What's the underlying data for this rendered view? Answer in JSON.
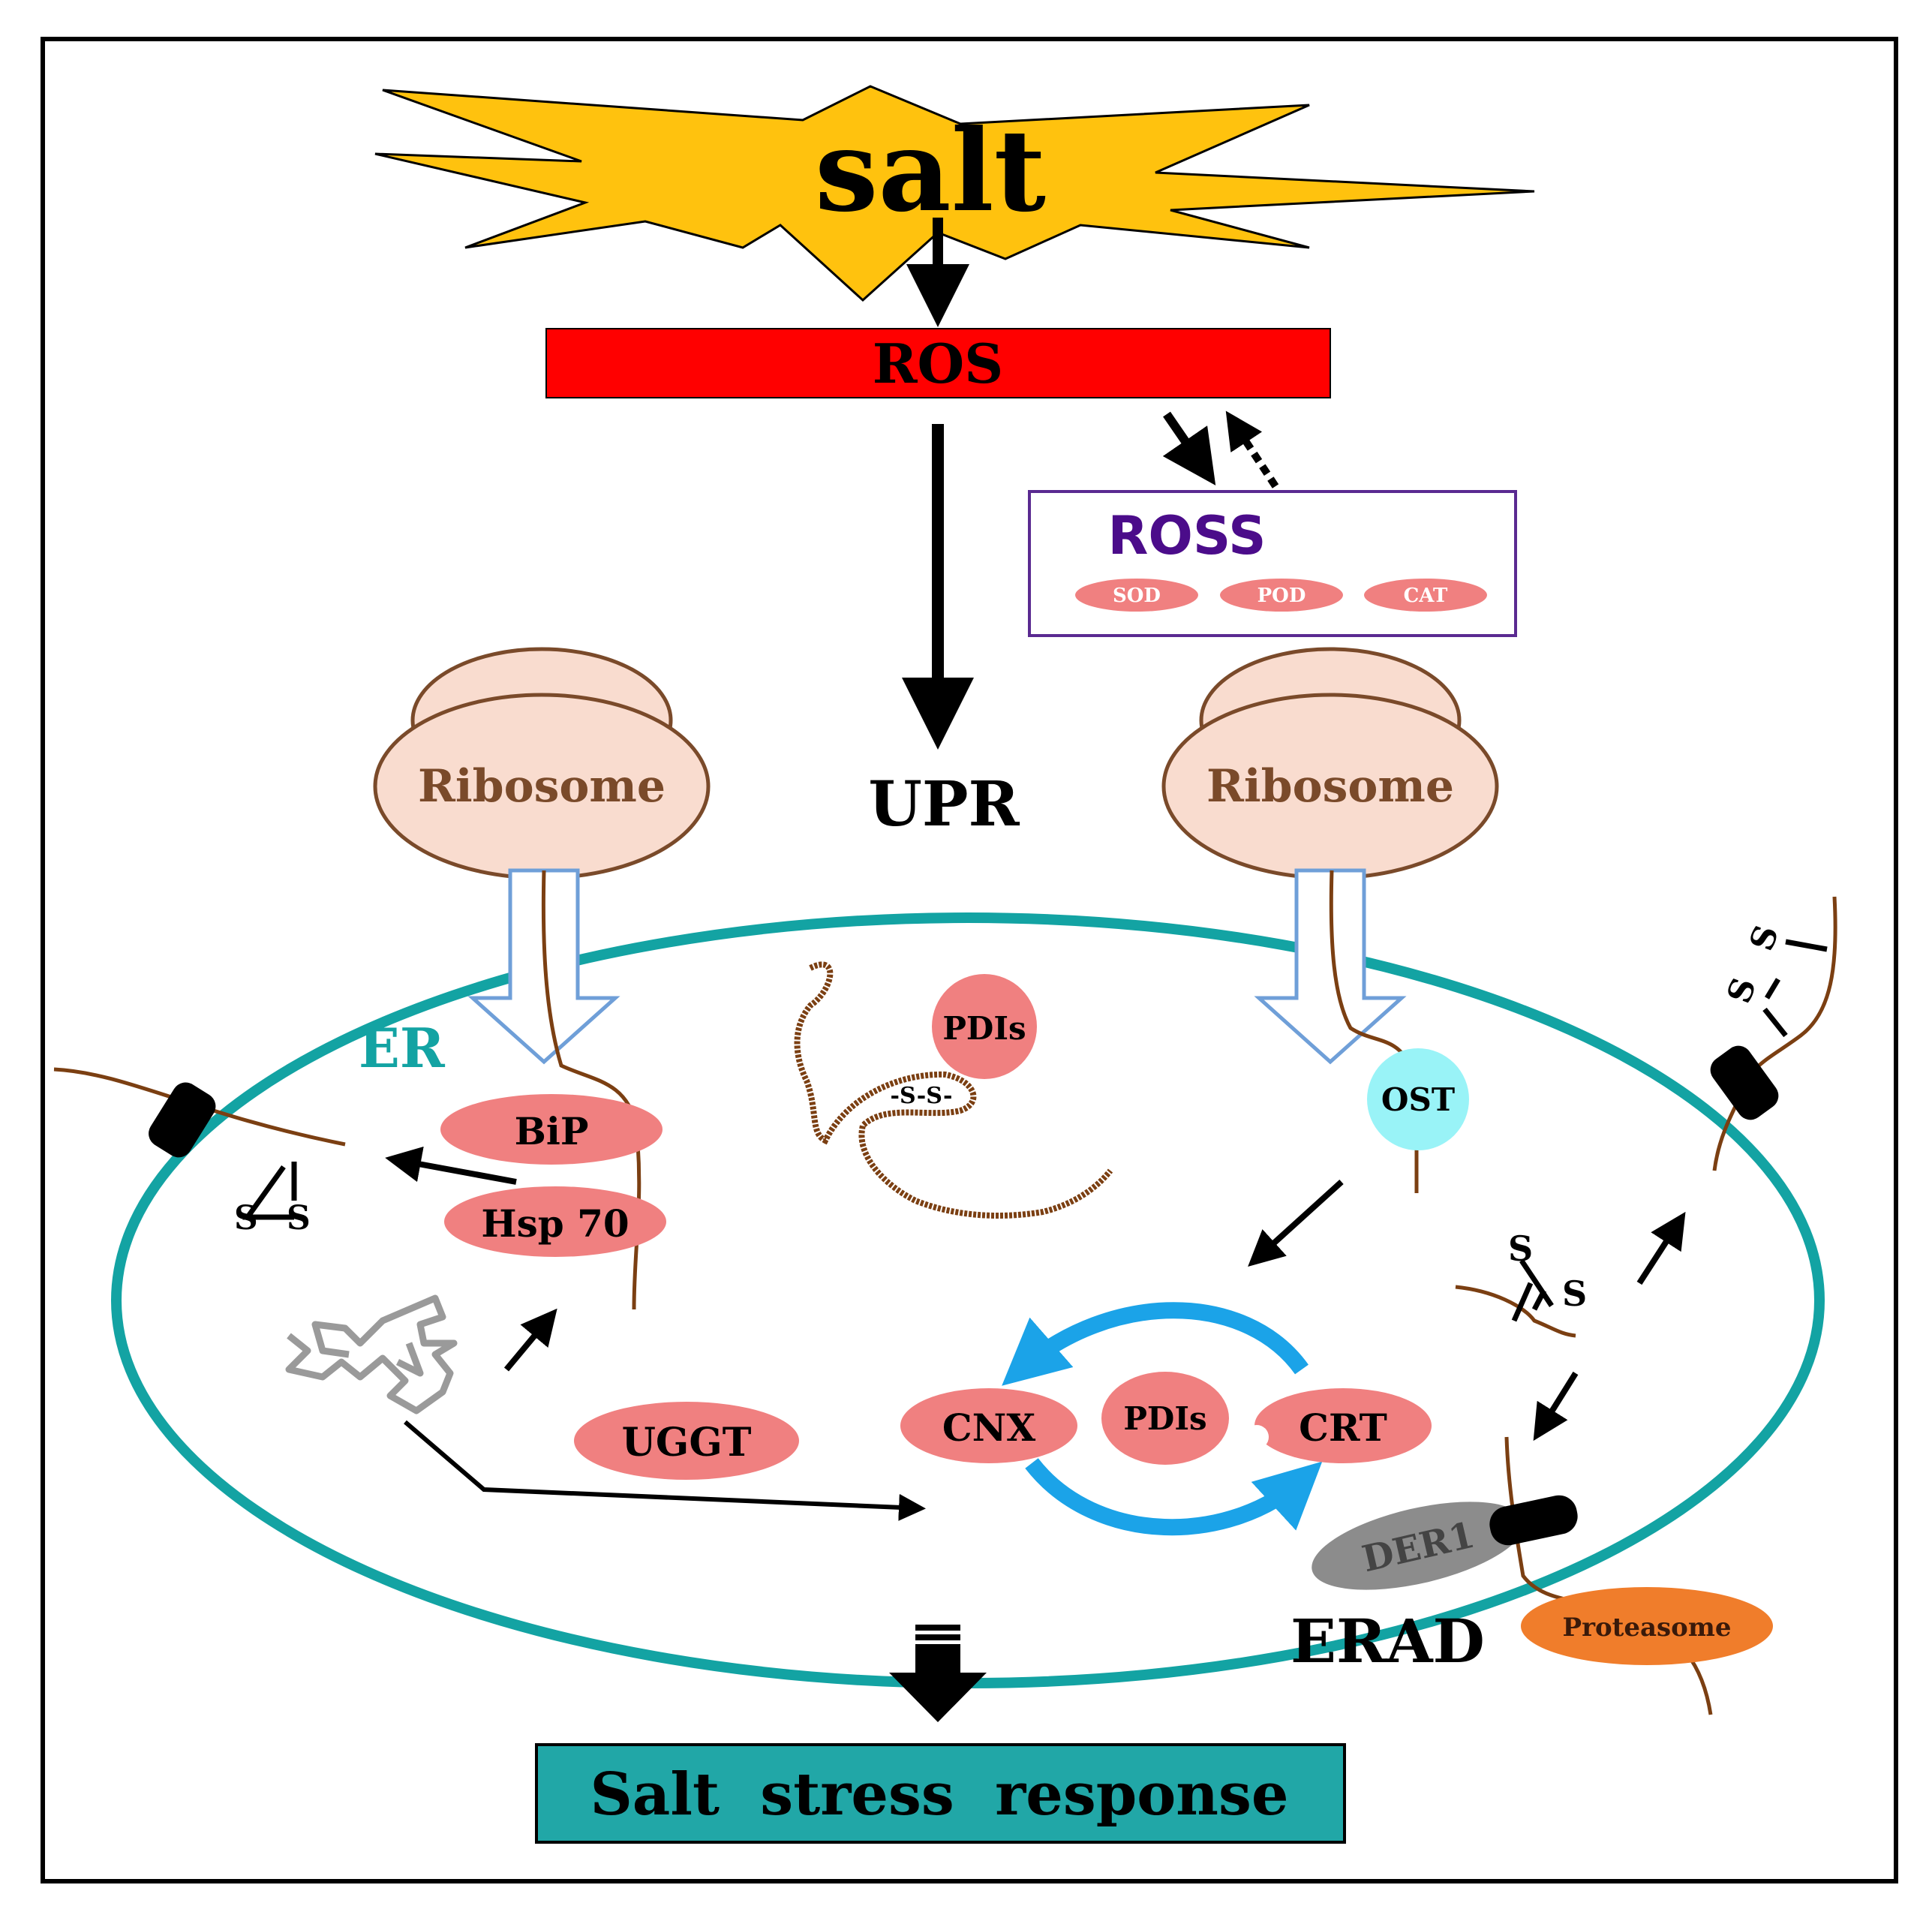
{
  "stimulus": {
    "label": "salt",
    "color": "#FFC20E"
  },
  "ros": {
    "label": "ROS",
    "color": "#FF0000"
  },
  "ross": {
    "label": "ROSS",
    "title_color": "#4B0C8A",
    "border_color": "#5A2A91",
    "enzymes": [
      "SOD",
      "POD",
      "CAT"
    ]
  },
  "upr": {
    "label": "UPR"
  },
  "ribosomes": [
    "Ribosome",
    "Ribosome"
  ],
  "er": {
    "label": "ER",
    "membrane_color": "#13A3A3"
  },
  "proteins": {
    "bip": "BiP",
    "hsp70": "Hsp 70",
    "pdi_top": "PDIs",
    "pdi_center": "PDIs",
    "disulfide": "-S-S-",
    "ost": "OST",
    "uggt": "UGGT",
    "cnx": "CNX",
    "crt": "CRT",
    "der1": "DER1",
    "proteasome": "Proteasome"
  },
  "sulfur": [
    "S",
    "S",
    "S",
    "S",
    "S",
    "S"
  ],
  "erad": {
    "label": "ERAD"
  },
  "response": {
    "label": "Salt  stress  response",
    "color": "#21A7A7"
  },
  "colors": {
    "protein_pink": "#F08080",
    "ost_cyan": "#99F3F7",
    "ribosome_fill": "#F9DCCF",
    "ribosome_stroke": "#7A4A2A",
    "chain_brown": "#7B3F12",
    "cycle_blue": "#1BA3E8",
    "proteasome_orange": "#F07D2B",
    "der1_gray": "#8C8C8C"
  }
}
